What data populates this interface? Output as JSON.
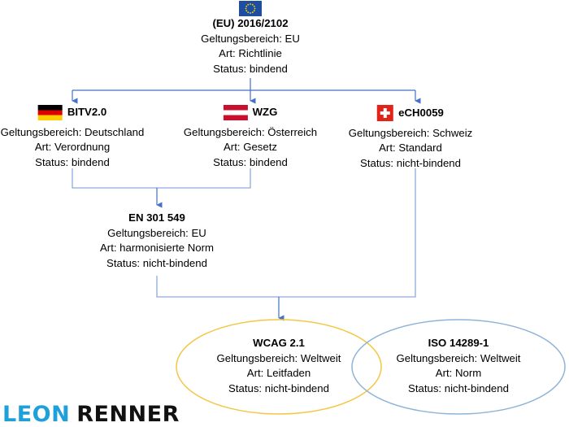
{
  "diagram": {
    "root": {
      "title": "(EU) 2016/2102",
      "scope": "Geltungsbereich: EU",
      "type": "Art: Richtlinie",
      "status": "Status: bindend",
      "flag": "eu-flag-icon"
    },
    "level2": [
      {
        "title": "BITV2.0",
        "scope": "Geltungsbereich: Deutschland",
        "type": "Art: Verordnung",
        "status": "Status: bindend",
        "flag": "germany-flag-icon"
      },
      {
        "title": "WZG",
        "scope": "Geltungsbereich: Österreich",
        "type": "Art: Gesetz",
        "status": "Status: bindend",
        "flag": "austria-flag-icon"
      },
      {
        "title": "eCH0059",
        "scope": "Geltungsbereich: Schweiz",
        "type": "Art: Standard",
        "status": "Status: nicht-bindend",
        "flag": "switzerland-flag-icon"
      }
    ],
    "level3": {
      "title": "EN 301 549",
      "scope": "Geltungsbereich: EU",
      "type": "Art: harmonisierte Norm",
      "status": "Status: nicht-bindend"
    },
    "bottom": [
      {
        "title": "WCAG 2.1",
        "scope": "Geltungsbereich: Weltweit",
        "type": "Art: Leitfaden",
        "status": "Status: nicht-bindend",
        "color": "#f2c744"
      },
      {
        "title": "ISO 14289-1",
        "scope": "Geltungsbereich: Weltweit",
        "type": "Art: Norm",
        "status": "Status: nicht-bindend",
        "color": "#8fb4d8"
      }
    ],
    "connector_color": "#4472c4",
    "line_color": "#8eaadb"
  },
  "branding": {
    "first_name": "LEON",
    "last_name": "RENNER",
    "accent": "#1ea0d9"
  }
}
